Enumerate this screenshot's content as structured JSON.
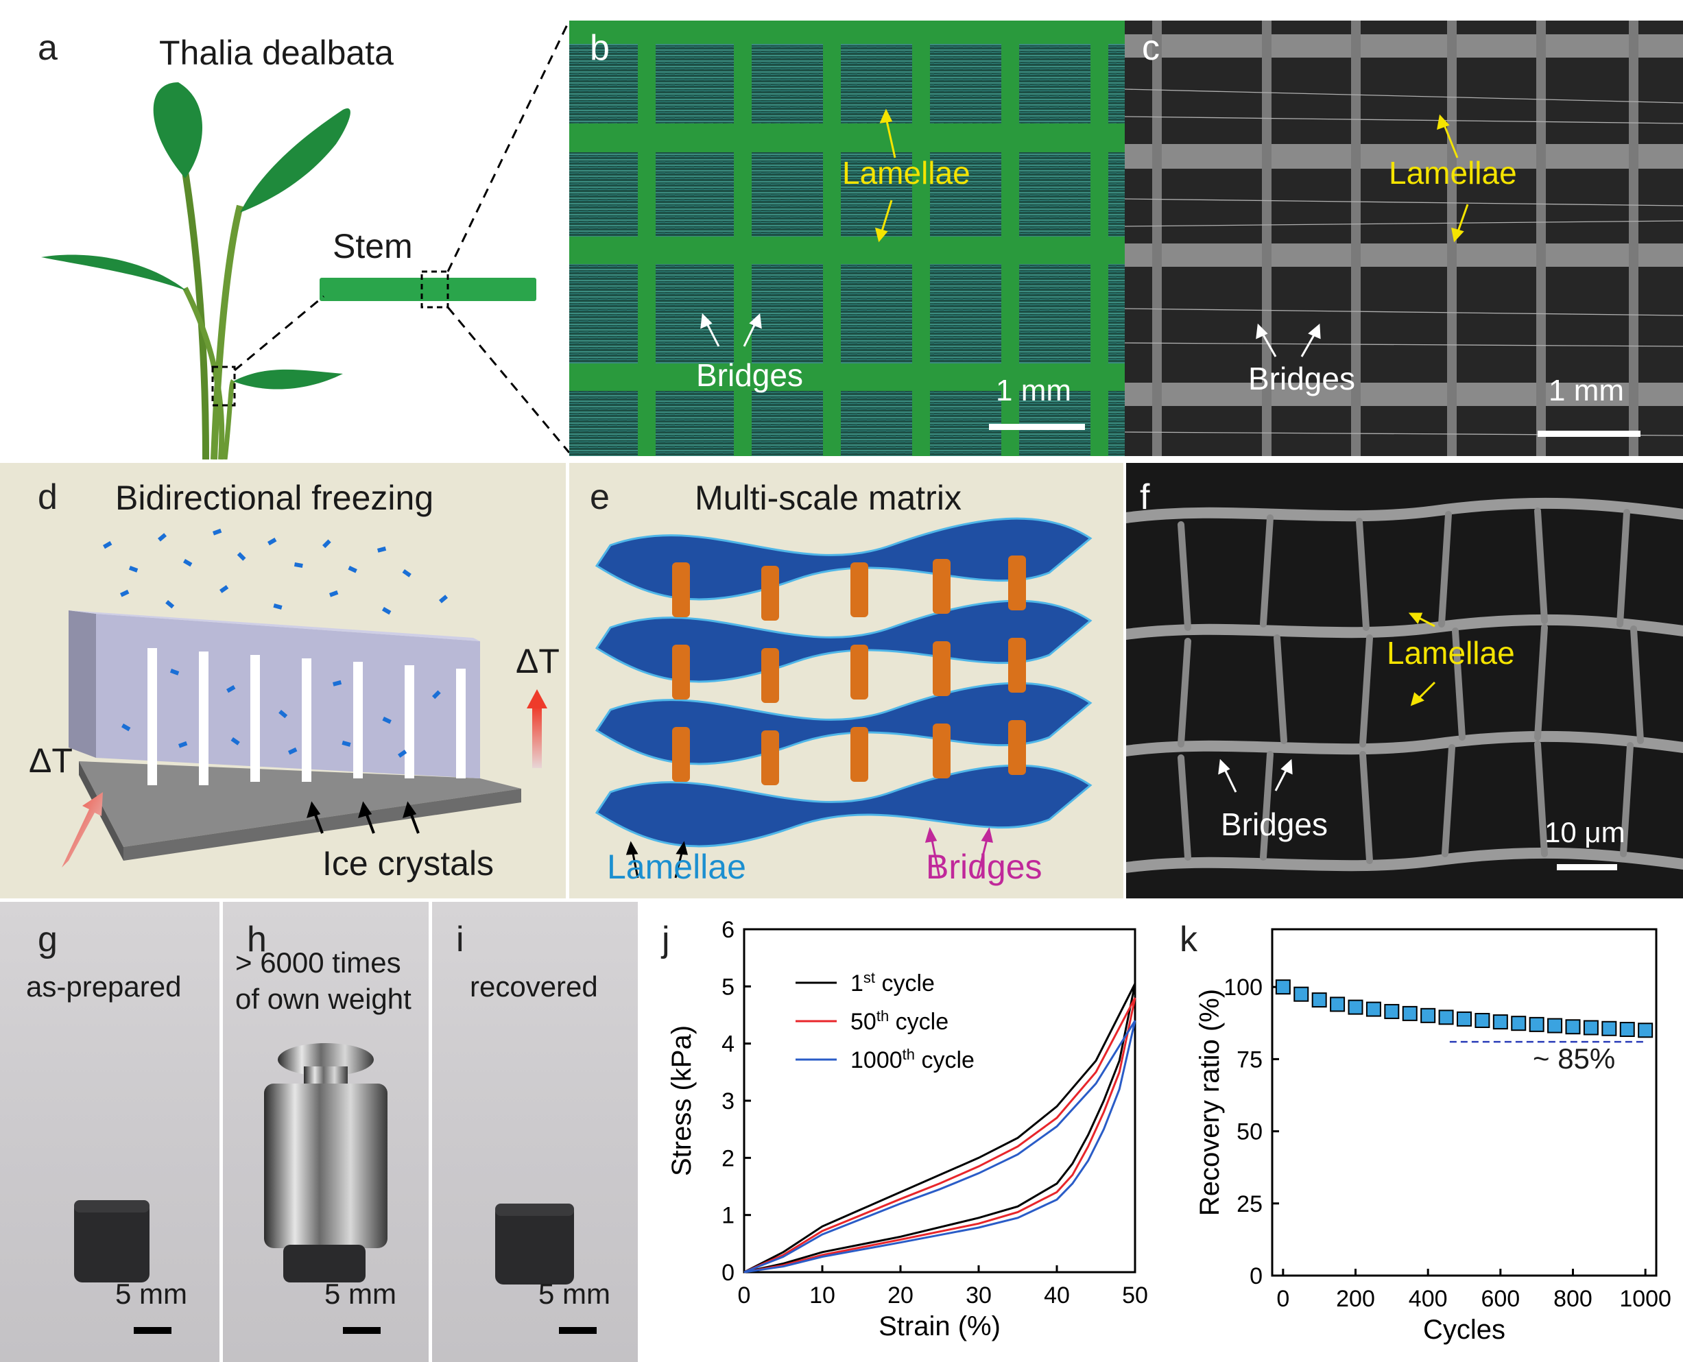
{
  "panels": {
    "a": {
      "label": "a",
      "title": "Thalia dealbata",
      "stem_label": "Stem"
    },
    "b": {
      "label": "b",
      "lamellae": "Lamellae",
      "bridges": "Bridges",
      "scale": "1 mm"
    },
    "c": {
      "label": "c",
      "lamellae": "Lamellae",
      "bridges": "Bridges",
      "scale": "1 mm"
    },
    "d": {
      "label": "d",
      "title": "Bidirectional freezing",
      "delta_t_left": "ΔT",
      "delta_t_right": "ΔT",
      "ice_label": "Ice crystals"
    },
    "e": {
      "label": "e",
      "title": "Multi-scale matrix",
      "lamellae": "Lamellae",
      "bridges": "Bridges"
    },
    "f": {
      "label": "f",
      "lamellae": "Lamellae",
      "bridges": "Bridges",
      "scale": "10 μm"
    },
    "g": {
      "label": "g",
      "caption": "as-prepared",
      "scale": "5 mm"
    },
    "h": {
      "label": "h",
      "caption_line1": "> 6000 times",
      "caption_line2": "of own weight",
      "scale": "5 mm"
    },
    "i": {
      "label": "i",
      "caption": "recovered",
      "scale": "5 mm"
    },
    "j": {
      "label": "j"
    },
    "k": {
      "label": "k",
      "annotation": "~ 85%"
    }
  },
  "colors": {
    "leaf_green": "#1f8a3c",
    "lamellae_yellow": "#f5e400",
    "schematic_bg": "#e9e6d4",
    "sheet_blue": "#1f4fa3",
    "bridge_orange": "#d9711b",
    "lamellae_text": "#1b8fd0",
    "bridges_text": "#c0289a",
    "cycle1": "#000000",
    "cycle50": "#e8262b",
    "cycle1000": "#2a5cc7",
    "marker_fill": "#3aa3e0"
  },
  "chart_data": [
    {
      "id": "j",
      "type": "line",
      "xlabel": "Strain (%)",
      "ylabel": "Stress (kPa)",
      "xlim": [
        0,
        50
      ],
      "ylim": [
        0,
        6
      ],
      "xticks": [
        0,
        10,
        20,
        30,
        40,
        50
      ],
      "yticks": [
        0,
        1,
        2,
        3,
        4,
        5,
        6
      ],
      "legend": "top-left",
      "series": [
        {
          "name": "1st cycle",
          "name_base": "1",
          "name_sup": "st",
          "name_rest": " cycle",
          "color": "#000000",
          "loading": [
            [
              0,
              0
            ],
            [
              5,
              0.35
            ],
            [
              10,
              0.8
            ],
            [
              15,
              1.1
            ],
            [
              20,
              1.4
            ],
            [
              25,
              1.7
            ],
            [
              30,
              2.0
            ],
            [
              35,
              2.35
            ],
            [
              40,
              2.9
            ],
            [
              45,
              3.7
            ],
            [
              50,
              5.05
            ]
          ],
          "unloading": [
            [
              50,
              5.05
            ],
            [
              48,
              3.7
            ],
            [
              46,
              3.0
            ],
            [
              44,
              2.4
            ],
            [
              42,
              1.9
            ],
            [
              40,
              1.55
            ],
            [
              35,
              1.15
            ],
            [
              30,
              0.95
            ],
            [
              20,
              0.62
            ],
            [
              10,
              0.35
            ],
            [
              5,
              0.15
            ],
            [
              0,
              0
            ]
          ]
        },
        {
          "name": "50th cycle",
          "name_base": "50",
          "name_sup": "th",
          "name_rest": " cycle",
          "color": "#e8262b",
          "loading": [
            [
              0,
              0
            ],
            [
              5,
              0.3
            ],
            [
              10,
              0.72
            ],
            [
              15,
              1.0
            ],
            [
              20,
              1.28
            ],
            [
              25,
              1.55
            ],
            [
              30,
              1.85
            ],
            [
              35,
              2.2
            ],
            [
              40,
              2.7
            ],
            [
              45,
              3.5
            ],
            [
              50,
              4.8
            ]
          ],
          "unloading": [
            [
              50,
              4.8
            ],
            [
              48,
              3.5
            ],
            [
              46,
              2.8
            ],
            [
              44,
              2.2
            ],
            [
              42,
              1.7
            ],
            [
              40,
              1.4
            ],
            [
              35,
              1.05
            ],
            [
              30,
              0.85
            ],
            [
              20,
              0.57
            ],
            [
              10,
              0.3
            ],
            [
              5,
              0.12
            ],
            [
              0,
              0
            ]
          ]
        },
        {
          "name": "1000th cycle",
          "name_base": "1000",
          "name_sup": "th",
          "name_rest": " cycle",
          "color": "#2a5cc7",
          "loading": [
            [
              0,
              0
            ],
            [
              5,
              0.27
            ],
            [
              10,
              0.66
            ],
            [
              15,
              0.93
            ],
            [
              20,
              1.2
            ],
            [
              25,
              1.45
            ],
            [
              30,
              1.73
            ],
            [
              35,
              2.06
            ],
            [
              40,
              2.55
            ],
            [
              45,
              3.3
            ],
            [
              50,
              4.4
            ]
          ],
          "unloading": [
            [
              50,
              4.4
            ],
            [
              48,
              3.2
            ],
            [
              46,
              2.5
            ],
            [
              44,
              1.95
            ],
            [
              42,
              1.55
            ],
            [
              40,
              1.27
            ],
            [
              35,
              0.95
            ],
            [
              30,
              0.78
            ],
            [
              20,
              0.52
            ],
            [
              10,
              0.27
            ],
            [
              5,
              0.1
            ],
            [
              0,
              0
            ]
          ]
        }
      ]
    },
    {
      "id": "k",
      "type": "scatter",
      "xlabel": "Cycles",
      "ylabel": "Recovery ratio (%)",
      "xlim": [
        -30,
        1030
      ],
      "ylim": [
        0,
        120
      ],
      "xticks": [
        0,
        200,
        400,
        600,
        800,
        1000
      ],
      "yticks": [
        0,
        25,
        50,
        75,
        100
      ],
      "reference_line": 81,
      "series": [
        {
          "name": "",
          "x": [
            0,
            50,
            100,
            150,
            200,
            250,
            300,
            350,
            400,
            450,
            500,
            550,
            600,
            650,
            700,
            750,
            800,
            850,
            900,
            950,
            1000
          ],
          "y": [
            100,
            97.5,
            95.5,
            94,
            93,
            92.3,
            91.5,
            90.8,
            90.1,
            89.5,
            88.9,
            88.4,
            87.9,
            87.4,
            87.0,
            86.6,
            86.2,
            85.9,
            85.6,
            85.3,
            85.0
          ]
        }
      ]
    }
  ]
}
